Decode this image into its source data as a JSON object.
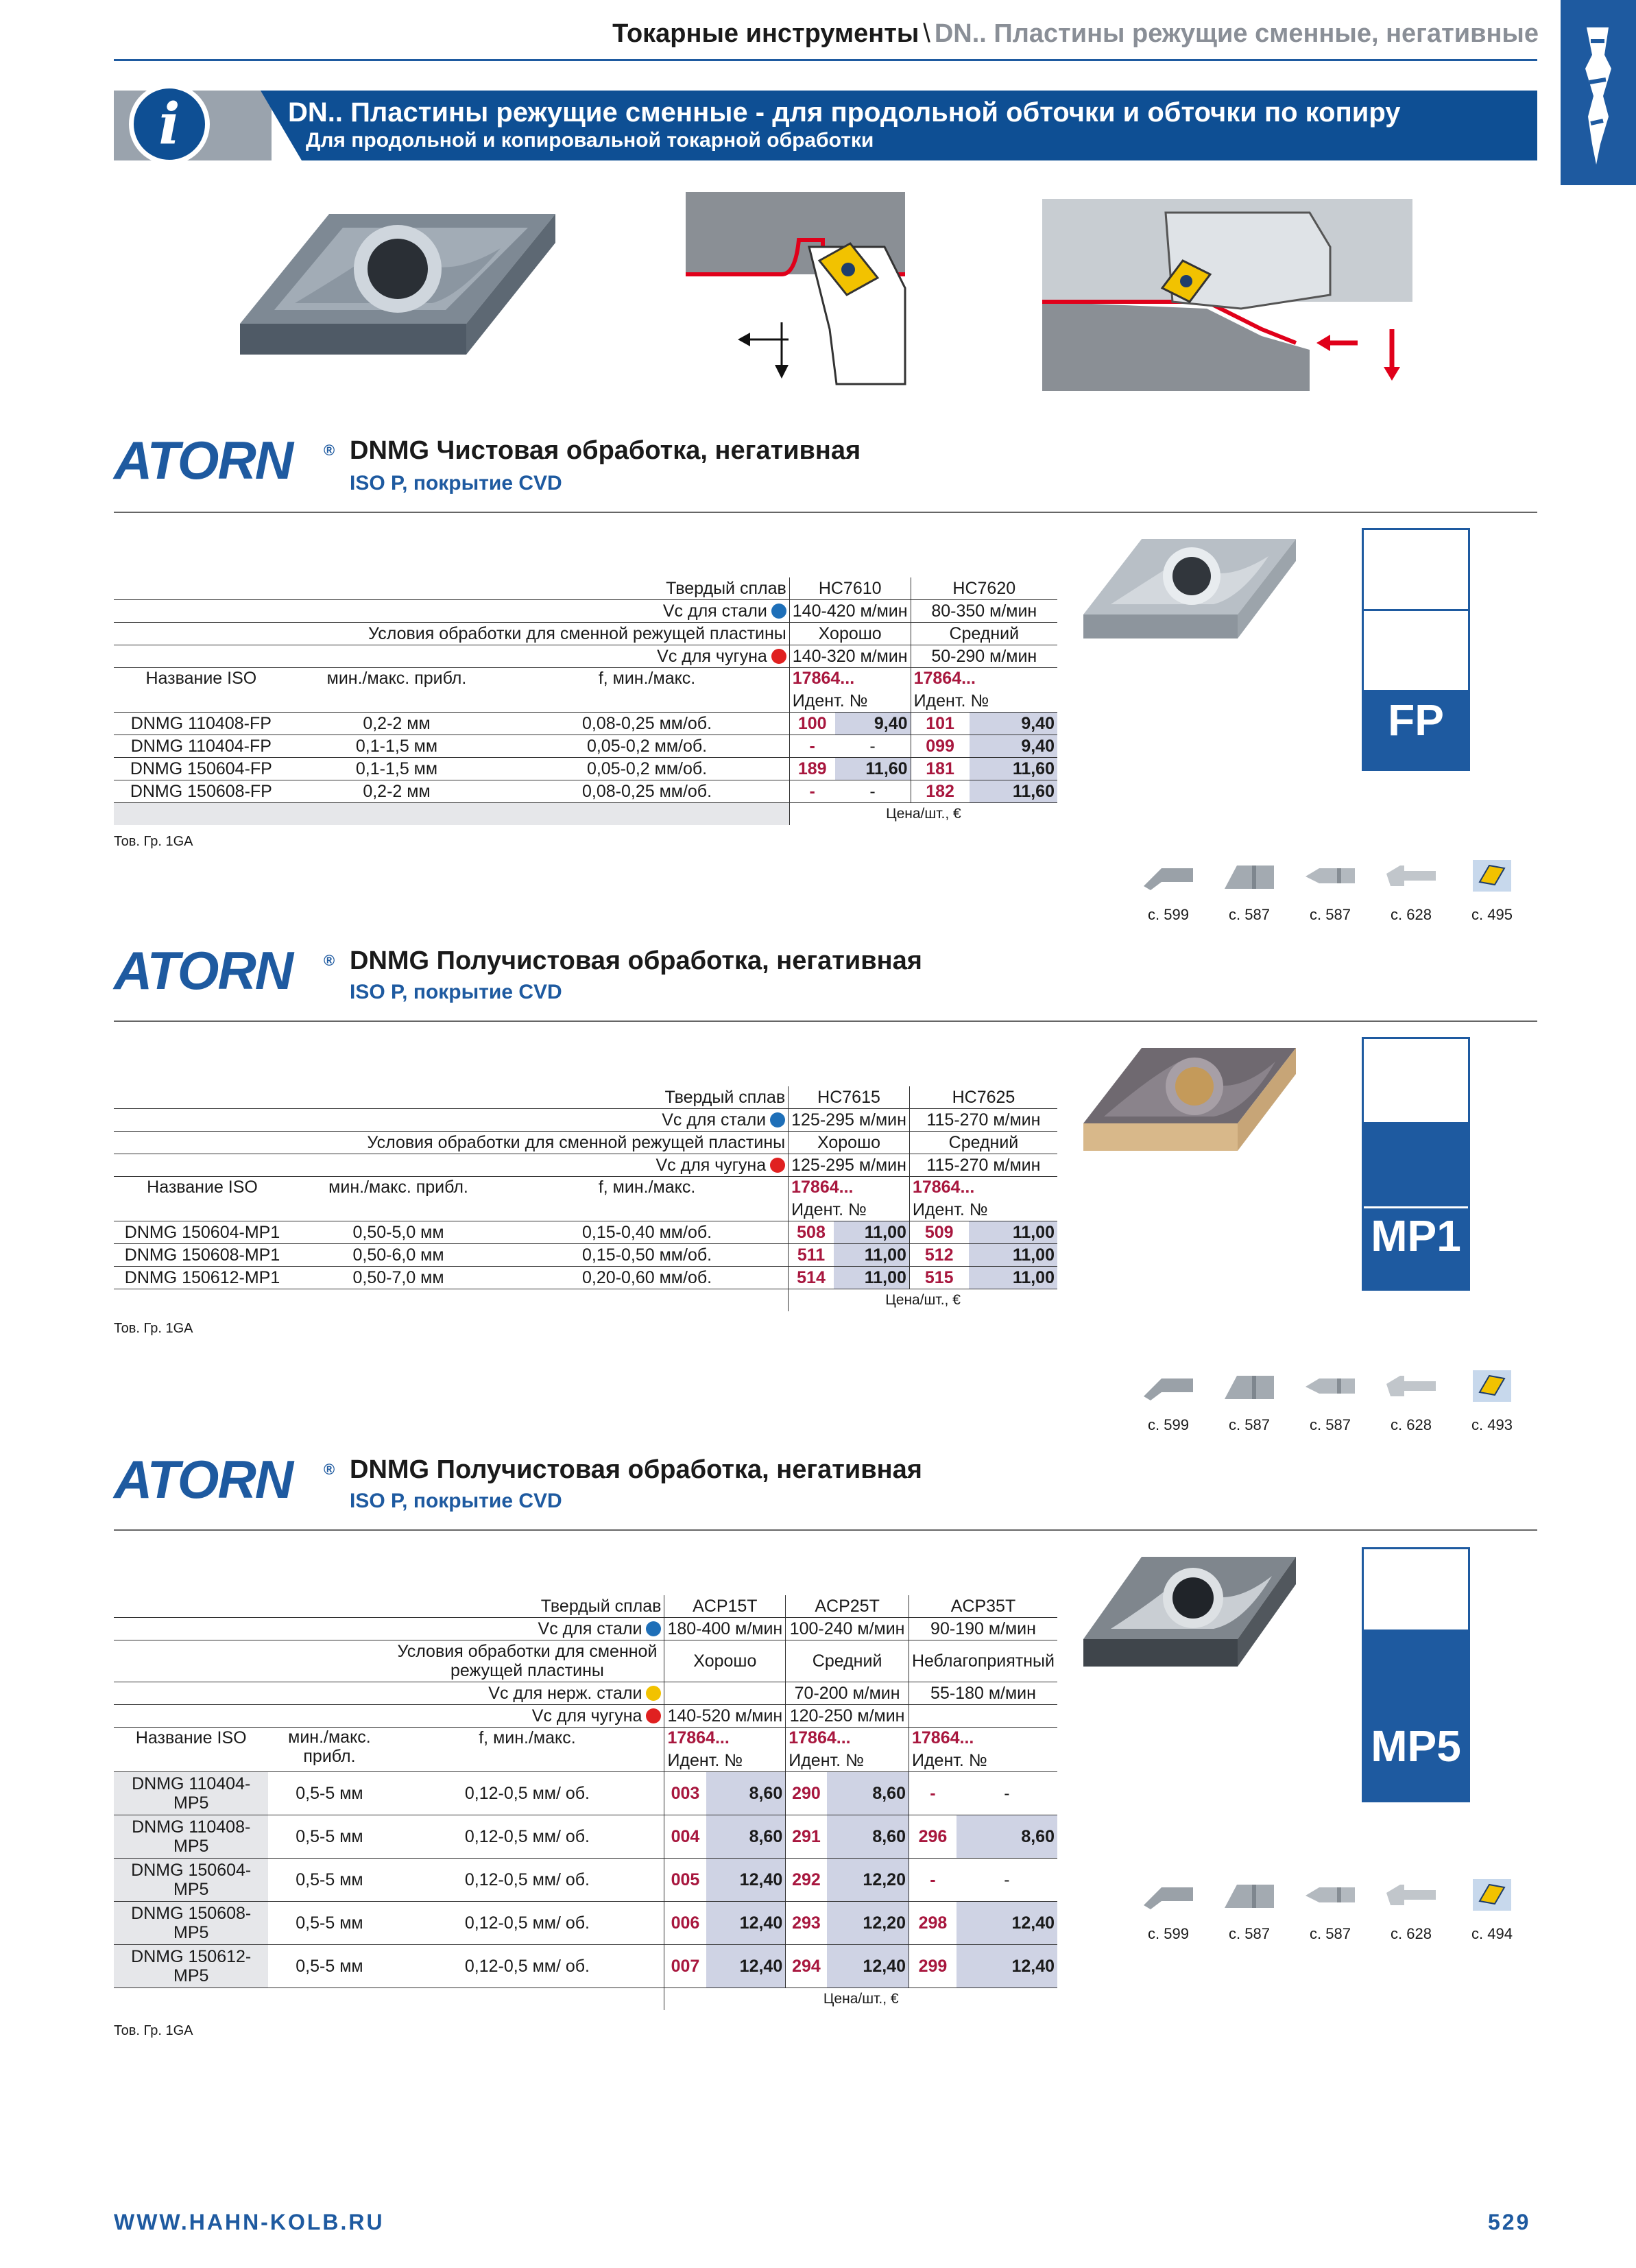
{
  "header": {
    "main": "Токарные инструменты",
    "sep": "\\",
    "sub": "DN.. Пластины режущие сменные, негативные"
  },
  "banner": {
    "icon": "i",
    "title": "DN.. Пластины режущие сменные - для продольной обточки и обточки по копиру",
    "subtitle": "Для продольной и копировальной токарной обработки"
  },
  "brand": "ATORN",
  "brand_mark": "®",
  "colors": {
    "blue": "#1e5aa0",
    "red": "#a8173e",
    "steel_dot": "#1e6fb8",
    "cast_dot": "#e02020",
    "stainless_dot": "#f2c200"
  },
  "sections": [
    {
      "title": "DNMG Чистовая обработка, негативная",
      "subtitle": "ISO P, покрытие CVD",
      "labels": {
        "grade": "Твердый сплав",
        "vc_steel": "Vc для стали",
        "conditions": "Условия обработки для сменной режущей пластины",
        "vc_cast": "Vc для чугуна",
        "iso": "Название ISO",
        "minmax": "мин./макс. прибл.",
        "f": "f, мин./макс.",
        "art": "17864...",
        "ident": "Идент. №",
        "price": "Цена/шт., €",
        "group": "Тов. Гр. 1GA"
      },
      "grades": [
        "HC7610",
        "HC7620"
      ],
      "vc_steel": [
        "140-420 м/мин",
        "80-350 м/мин"
      ],
      "conditions": [
        "Хорошо",
        "Средний"
      ],
      "vc_cast": [
        "140-320 м/мин",
        "50-290 м/мин"
      ],
      "rows": [
        {
          "iso": "DNMG 110408-FP",
          "ap": "0,2-2 мм",
          "f": "0,08-0,25 мм/об.",
          "c": [
            [
              "100",
              "9,40"
            ],
            [
              "101",
              "9,40"
            ]
          ]
        },
        {
          "iso": "DNMG 110404-FP",
          "ap": "0,1-1,5 мм",
          "f": "0,05-0,2 мм/об.",
          "c": [
            [
              "-",
              "-"
            ],
            [
              "099",
              "9,40"
            ]
          ]
        },
        {
          "iso": "DNMG 150604-FP",
          "ap": "0,1-1,5 мм",
          "f": "0,05-0,2 мм/об.",
          "c": [
            [
              "189",
              "11,60"
            ],
            [
              "181",
              "11,60"
            ]
          ]
        },
        {
          "iso": "DNMG 150608-FP",
          "ap": "0,2-2 мм",
          "f": "0,08-0,25 мм/об.",
          "c": [
            [
              "-",
              "-"
            ],
            [
              "182",
              "11,60"
            ]
          ]
        }
      ],
      "badge": "FP",
      "holders": [
        "с. 599",
        "с. 587",
        "с. 587",
        "с. 628",
        "с. 495"
      ]
    },
    {
      "title": "DNMG Получистовая обработка, негативная",
      "subtitle": "ISO P, покрытие CVD",
      "labels": {
        "grade": "Твердый сплав",
        "vc_steel": "Vc для стали",
        "conditions": "Условия обработки для сменной режущей пластины",
        "vc_cast": "Vc для чугуна",
        "iso": "Название ISO",
        "minmax": "мин./макс. прибл.",
        "f": "f, мин./макс.",
        "art": "17864...",
        "ident": "Идент. №",
        "price": "Цена/шт., €",
        "group": "Тов. Гр. 1GA"
      },
      "grades": [
        "HC7615",
        "HC7625"
      ],
      "vc_steel": [
        "125-295 м/мин",
        "115-270 м/мин"
      ],
      "conditions": [
        "Хорошо",
        "Средний"
      ],
      "vc_cast": [
        "125-295 м/мин",
        "115-270 м/мин"
      ],
      "rows": [
        {
          "iso": "DNMG 150604-MP1",
          "ap": "0,50-5,0 мм",
          "f": "0,15-0,40 мм/об.",
          "c": [
            [
              "508",
              "11,00"
            ],
            [
              "509",
              "11,00"
            ]
          ]
        },
        {
          "iso": "DNMG 150608-MP1",
          "ap": "0,50-6,0 мм",
          "f": "0,15-0,50 мм/об.",
          "c": [
            [
              "511",
              "11,00"
            ],
            [
              "512",
              "11,00"
            ]
          ]
        },
        {
          "iso": "DNMG 150612-MP1",
          "ap": "0,50-7,0 мм",
          "f": "0,20-0,60 мм/об.",
          "c": [
            [
              "514",
              "11,00"
            ],
            [
              "515",
              "11,00"
            ]
          ]
        }
      ],
      "badge": "MP1",
      "holders": [
        "с. 599",
        "с. 587",
        "с. 587",
        "с. 628",
        "с. 493"
      ]
    },
    {
      "title": "DNMG Получистовая обработка, негативная",
      "subtitle": "ISO P, покрытие CVD",
      "labels": {
        "grade": "Твердый сплав",
        "vc_steel": "Vc для стали",
        "conditions": "Условия обработки для сменной режущей пластины",
        "vc_stainless": "Vc для нерж. стали",
        "vc_cast": "Vc для чугуна",
        "iso": "Название ISO",
        "minmax": "мин./макс. прибл.",
        "f": "f, мин./макс.",
        "art": "17864...",
        "ident": "Идент. №",
        "price": "Цена/шт., €",
        "group": "Тов. Гр. 1GA"
      },
      "grades": [
        "ACP15T",
        "ACP25T",
        "ACP35T"
      ],
      "vc_steel": [
        "180-400 м/мин",
        "100-240 м/мин",
        "90-190 м/мин"
      ],
      "conditions": [
        "Хорошо",
        "Средний",
        "Неблагоприятный"
      ],
      "vc_stainless": [
        "",
        "70-200 м/мин",
        "55-180 м/мин"
      ],
      "vc_cast": [
        "140-520 м/мин",
        "120-250 м/мин",
        ""
      ],
      "rows": [
        {
          "iso": "DNMG 110404-MP5",
          "ap": "0,5-5 мм",
          "f": "0,12-0,5 мм/ об.",
          "c": [
            [
              "003",
              "8,60"
            ],
            [
              "290",
              "8,60"
            ],
            [
              "-",
              "-"
            ]
          ]
        },
        {
          "iso": "DNMG 110408-MP5",
          "ap": "0,5-5 мм",
          "f": "0,12-0,5 мм/ об.",
          "c": [
            [
              "004",
              "8,60"
            ],
            [
              "291",
              "8,60"
            ],
            [
              "296",
              "8,60"
            ]
          ]
        },
        {
          "iso": "DNMG 150604-MP5",
          "ap": "0,5-5 мм",
          "f": "0,12-0,5 мм/ об.",
          "c": [
            [
              "005",
              "12,40"
            ],
            [
              "292",
              "12,20"
            ],
            [
              "-",
              "-"
            ]
          ]
        },
        {
          "iso": "DNMG 150608-MP5",
          "ap": "0,5-5 мм",
          "f": "0,12-0,5 мм/ об.",
          "c": [
            [
              "006",
              "12,40"
            ],
            [
              "293",
              "12,20"
            ],
            [
              "298",
              "12,40"
            ]
          ]
        },
        {
          "iso": "DNMG 150612-MP5",
          "ap": "0,5-5 мм",
          "f": "0,12-0,5 мм/ об.",
          "c": [
            [
              "007",
              "12,40"
            ],
            [
              "294",
              "12,40"
            ],
            [
              "299",
              "12,40"
            ]
          ]
        }
      ],
      "badge": "MP5",
      "holders": [
        "с. 599",
        "с. 587",
        "с. 587",
        "с. 628",
        "с. 494"
      ]
    }
  ],
  "footer": {
    "url": "WWW.HAHN-KOLB.RU",
    "page": "529"
  }
}
